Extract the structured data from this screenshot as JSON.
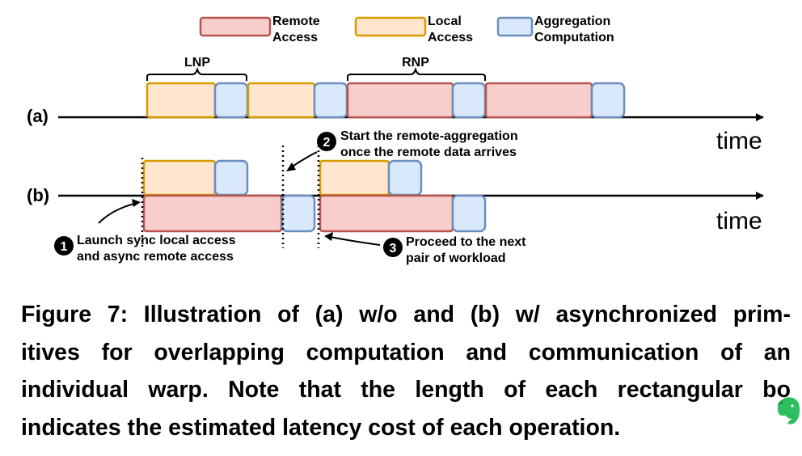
{
  "colors": {
    "remote_fill": "#f8cecc",
    "remote_stroke": "#b85450",
    "local_fill": "#ffe6cc",
    "local_stroke": "#d79b00",
    "agg_fill": "#dae8fc",
    "agg_stroke": "#6c8ebf",
    "evernote_green": "#2dbe60"
  },
  "legend": {
    "remote": [
      "Remote",
      "Access"
    ],
    "local": [
      "Local",
      "Access"
    ],
    "aggregation": [
      "Aggregation",
      "Computation"
    ]
  },
  "row_a": {
    "label": "(a)",
    "time_label": "time",
    "brace_lnp": "LNP",
    "brace_rnp": "RNP"
  },
  "row_b": {
    "label": "(b)",
    "time_label": "time"
  },
  "annotations": {
    "step1": {
      "number": "1",
      "lines": [
        "Launch sync local access",
        "and async remote access"
      ]
    },
    "step2": {
      "number": "2",
      "lines": [
        "Start the remote-aggregation",
        "once the remote data arrives"
      ]
    },
    "step3": {
      "number": "3",
      "lines": [
        "Proceed to the next",
        "pair of workload"
      ]
    }
  },
  "caption": {
    "lines": [
      "Figure 7: Illustration of (a) w/o and (b) w/ asynchronized prim-",
      "itives for overlapping computation and communication of an",
      "individual warp. Note that the length of each rectangular bo",
      "indicates the estimated latency cost of each operation."
    ]
  },
  "logo_icon": "evernote-elephant-icon"
}
